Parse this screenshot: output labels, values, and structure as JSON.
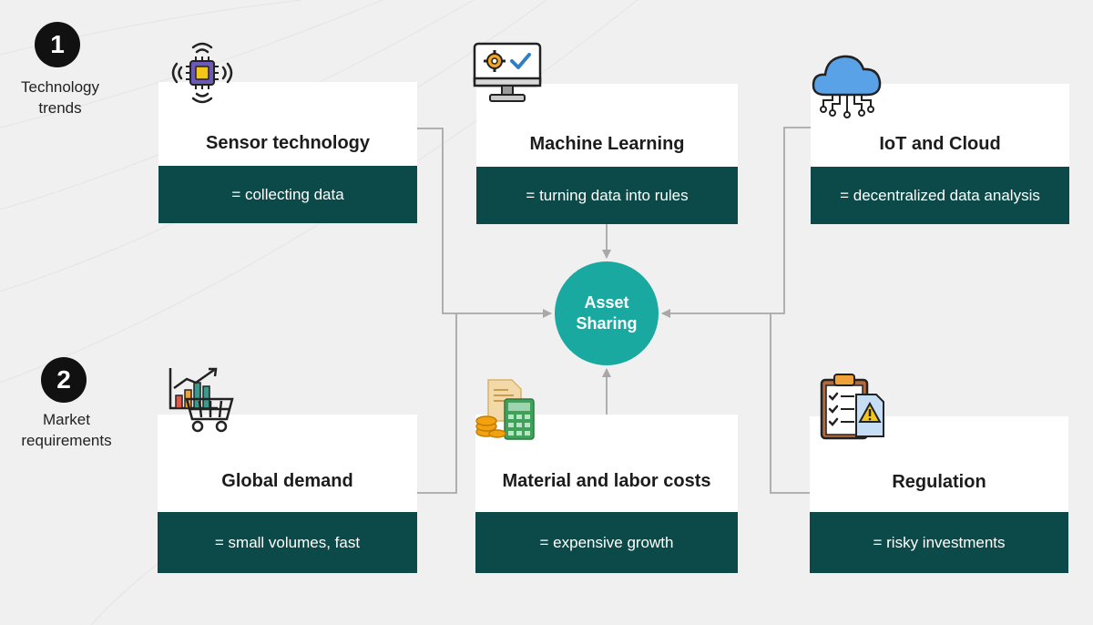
{
  "sections": {
    "technology": {
      "number": "1",
      "label": "Technology trends"
    },
    "market": {
      "number": "2",
      "label": "Market requirements"
    }
  },
  "hub": {
    "label": "Asset Sharing",
    "color": "#1aa9a0"
  },
  "colors": {
    "card_band": "#0b4a48",
    "card_top": "#ffffff",
    "connector": "#a8a8a8",
    "background": "#f0f0f0"
  },
  "cards": {
    "sensor": {
      "title": "Sensor technology",
      "subtitle": "= collecting data",
      "icon": "sensor-chip-icon"
    },
    "ml": {
      "title": "Machine Learning",
      "subtitle": "= turning data into rules",
      "icon": "monitor-gear-check-icon"
    },
    "iot": {
      "title": "IoT and Cloud",
      "subtitle": "= decentralized data analysis",
      "icon": "cloud-network-icon"
    },
    "demand": {
      "title": "Global demand",
      "subtitle": "= small volumes, fast",
      "icon": "shopping-cart-chart-icon"
    },
    "costs": {
      "title": "Material and labor costs",
      "subtitle": "= expensive growth",
      "icon": "calculator-coins-icon"
    },
    "regulation": {
      "title": "Regulation",
      "subtitle": "= risky investments",
      "icon": "clipboard-warning-icon"
    }
  }
}
